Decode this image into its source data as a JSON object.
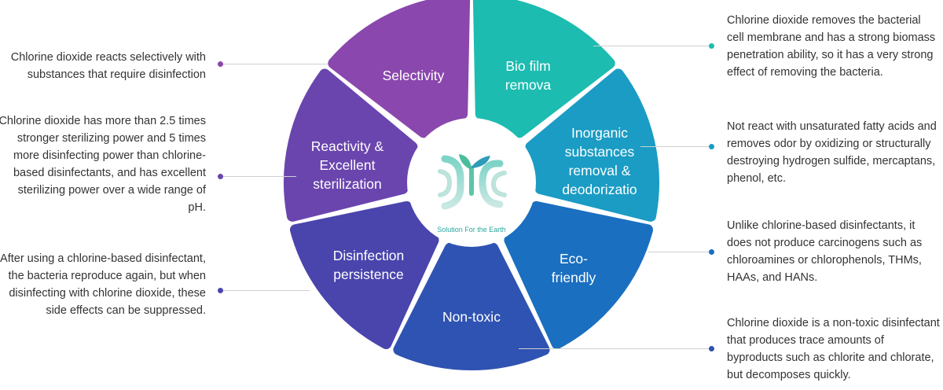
{
  "center": {
    "slogan": "Solution For the Earth",
    "logo_icon": "sprout-logo-icon"
  },
  "segments": [
    {
      "id": "biofilm",
      "label": "Bio film\nremova",
      "color": "#1dbcb0",
      "dot_color": "#1dbcb0",
      "description": "Chlorine dioxide removes the bacterial cell membrane and has a strong biomass penetration ability, so it has a very strong effect of removing the bacteria."
    },
    {
      "id": "inorganic",
      "label": "Inorganic\nsubstances\nremoval &\ndeodorizatio",
      "color": "#1a9cc4",
      "dot_color": "#1a9cc4",
      "description": "Not react with unsaturated fatty acids and removes odor by oxidizing or structurally destroying hydrogen sulfide, mercaptans, phenol, etc."
    },
    {
      "id": "eco",
      "label": "Eco-\nfriendly",
      "color": "#1a6fc0",
      "dot_color": "#1a6fc0",
      "description": "Unlike chlorine-based disinfectants, it does not produce carcinogens such as chloroamines or chlorophenols, THMs, HAAs, and HANs."
    },
    {
      "id": "nontoxic",
      "label": "Non-toxic",
      "color": "#2f53b2",
      "dot_color": "#2f53b2",
      "description": "Chlorine dioxide is a non-toxic disinfectant that produces trace amounts of byproducts such as chlorite and chlorate, but decomposes quickly."
    },
    {
      "id": "persistence",
      "label": "Disinfection\npersistence",
      "color": "#4a44ad",
      "dot_color": "#4a44ad",
      "description": "After using a chlorine-based disinfectant, the bacteria reproduce again, but when disinfecting with chlorine dioxide, these side effects can be suppressed."
    },
    {
      "id": "reactivity",
      "label": "Reactivity &\nExcellent\nsterilization",
      "color": "#6a45ae",
      "dot_color": "#6a45ae",
      "description": "Chlorine dioxide has more than 2.5 times stronger sterilizing power and 5 times more disinfecting power than chlorine-based disinfectants, and has excellent sterilizing power over a wide range of pH."
    },
    {
      "id": "selectivity",
      "label": "Selectivity",
      "color": "#8a47ad",
      "dot_color": "#8a47ad",
      "description": "Chlorine dioxide reacts selectively with substances that require disinfection"
    }
  ]
}
